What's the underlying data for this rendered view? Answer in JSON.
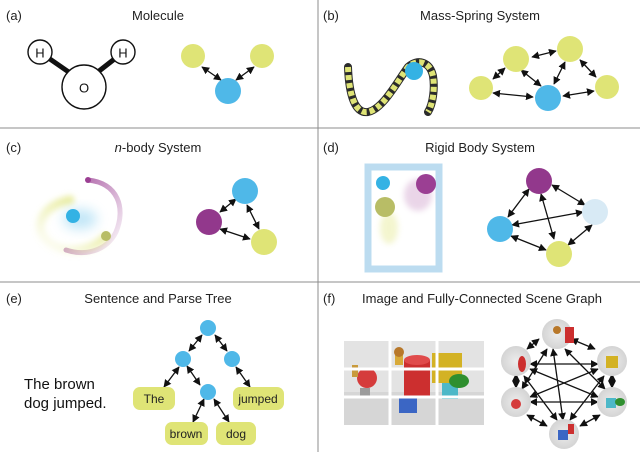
{
  "panels": {
    "a": {
      "label": "(a)",
      "title": "Molecule"
    },
    "b": {
      "label": "(b)",
      "title": "Mass-Spring System"
    },
    "c": {
      "label": "(c)",
      "title_italic": "n",
      "title_rest": "-body System"
    },
    "d": {
      "label": "(d)",
      "title": "Rigid Body System"
    },
    "e": {
      "label": "(e)",
      "title": "Sentence and Parse Tree"
    },
    "f": {
      "label": "(f)",
      "title": "Image and Fully-Connected Scene Graph"
    }
  },
  "molecule": {
    "atom_h_left": "H",
    "atom_h_right": "H",
    "atom_o": "O"
  },
  "sentence": {
    "line1": "The brown",
    "line2": "dog jumped."
  },
  "parse_tree": {
    "words": {
      "the": "The",
      "jumped": "jumped",
      "brown": "brown",
      "dog": "dog"
    }
  },
  "colors": {
    "yellow_node": "#dfe476",
    "blue_node": "#4fb8e8",
    "purple_node": "#92388c",
    "pale_blue_node": "#d8eaf5",
    "word_box": "#dfe476",
    "divider": "#8c8c8c",
    "rigid_frame": "#bcdcf0"
  }
}
